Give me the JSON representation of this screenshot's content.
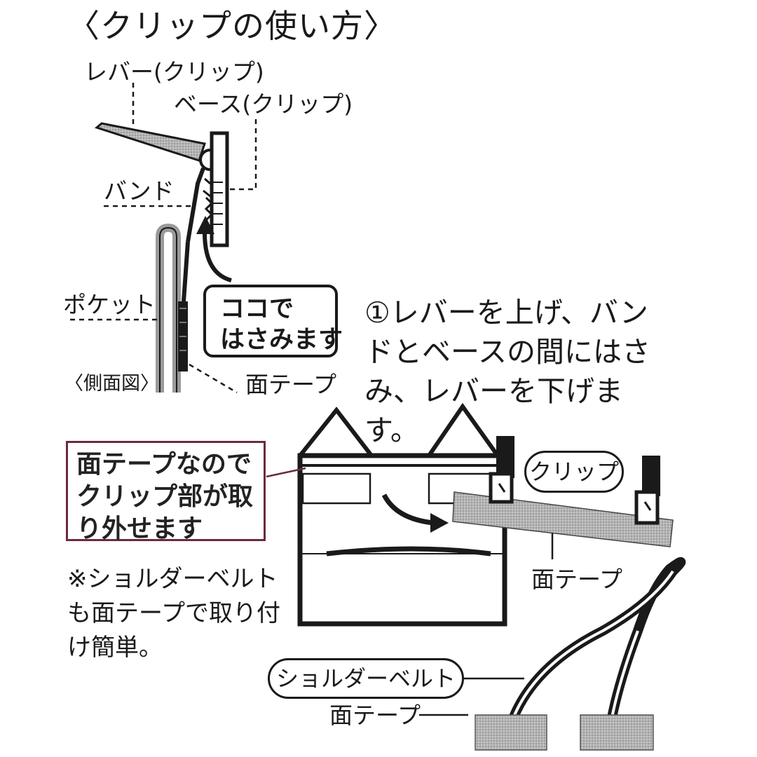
{
  "title": "〈クリップの使い方〉",
  "labels": {
    "lever": "レバー(クリップ)",
    "base": "ベース(クリップ)",
    "band": "バンド",
    "pocket": "ポケット",
    "side_view": "〈側面図〉",
    "tape_side": "面テープ",
    "tape_front": "面テープ",
    "tape_belt": "面テープ"
  },
  "callout": {
    "line1": "ココで",
    "line2": "はさみます"
  },
  "step1": "①レバーを上げ、バンドとベースの間にはさみ、レバーを下げます。",
  "detach_note": "面テープなのでクリップ部が取り外せます",
  "belt_note": "※ショルダーベルトも面テープで取り付け簡単。",
  "pills": {
    "clip": "クリップ",
    "shoulder_belt": "ショルダーベルト"
  },
  "colors": {
    "line": "#1a1a1a",
    "tape_gray": "#a8a8a8",
    "note_border": "#6b2a43"
  }
}
